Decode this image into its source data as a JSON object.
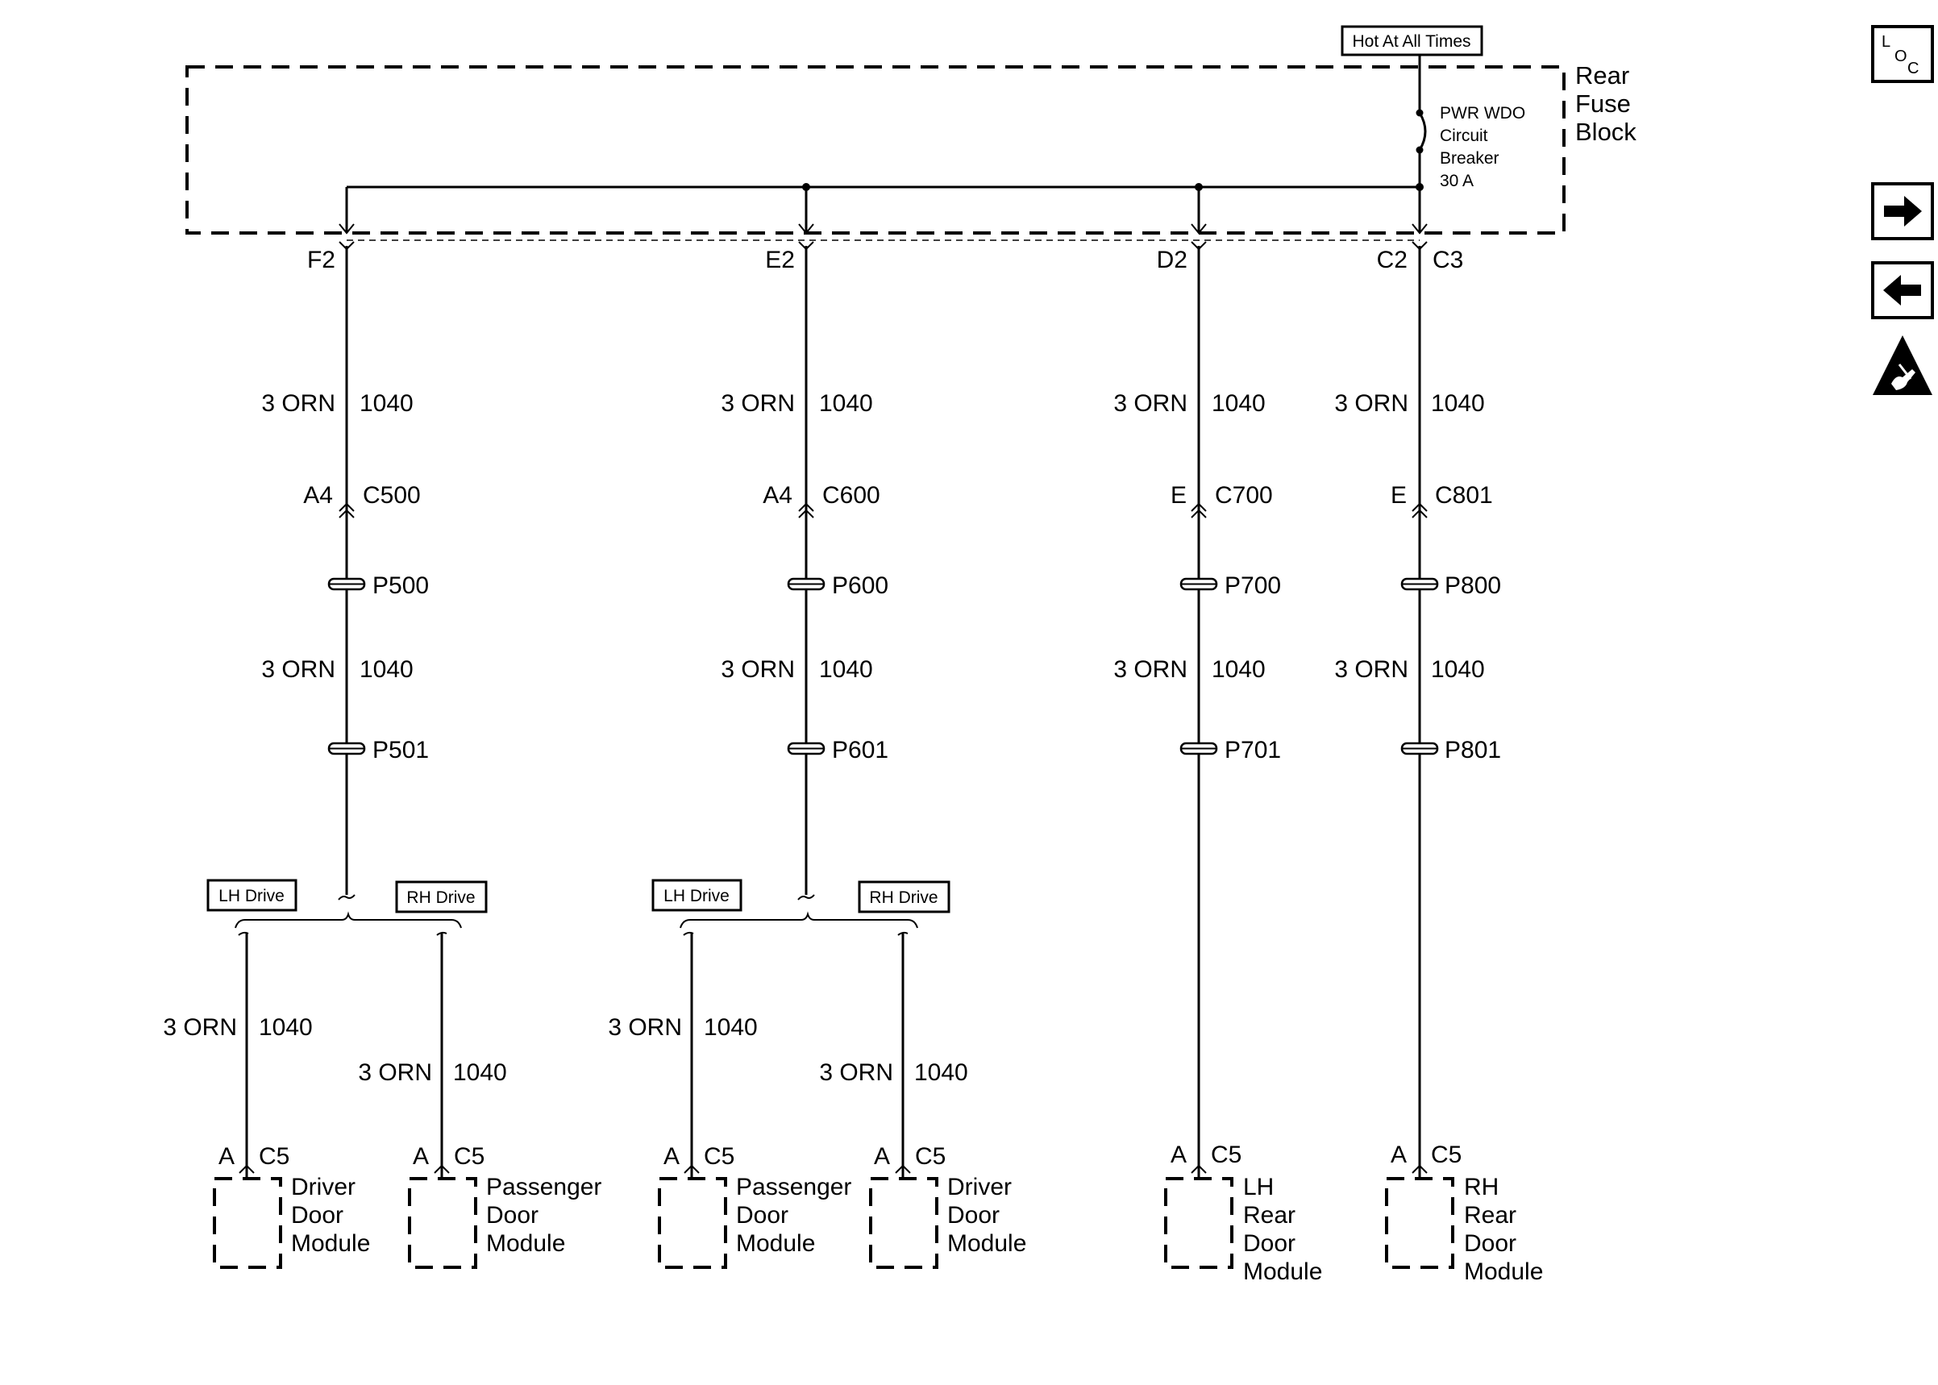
{
  "power_source": {
    "label": "Hot At All Times"
  },
  "fuse_block": {
    "name_lines": [
      "Rear",
      "Fuse",
      "Block"
    ],
    "breaker_lines": [
      "PWR WDO",
      "Circuit",
      "Breaker",
      "30 A"
    ]
  },
  "circuits": [
    {
      "terminal": "F2",
      "wire_top": {
        "size_color": "3 ORN",
        "circuit": "1040"
      },
      "inline_connector": {
        "pin": "A4",
        "id": "C500"
      },
      "splice_1": "P500",
      "wire_mid": {
        "size_color": "3 ORN",
        "circuit": "1040"
      },
      "splice_2": "P501",
      "branches": [
        {
          "option": "LH Drive",
          "wire": {
            "size_color": "3 ORN",
            "circuit": "1040"
          },
          "pin": "A",
          "connector": "C5",
          "module_lines": [
            "Driver",
            "Door",
            "Module"
          ]
        },
        {
          "option": "RH Drive",
          "wire": {
            "size_color": "3 ORN",
            "circuit": "1040"
          },
          "pin": "A",
          "connector": "C5",
          "module_lines": [
            "Passenger",
            "Door",
            "Module"
          ]
        }
      ]
    },
    {
      "terminal": "E2",
      "wire_top": {
        "size_color": "3 ORN",
        "circuit": "1040"
      },
      "inline_connector": {
        "pin": "A4",
        "id": "C600"
      },
      "splice_1": "P600",
      "wire_mid": {
        "size_color": "3 ORN",
        "circuit": "1040"
      },
      "splice_2": "P601",
      "branches": [
        {
          "option": "LH Drive",
          "wire": {
            "size_color": "3 ORN",
            "circuit": "1040"
          },
          "pin": "A",
          "connector": "C5",
          "module_lines": [
            "Passenger",
            "Door",
            "Module"
          ]
        },
        {
          "option": "RH Drive",
          "wire": {
            "size_color": "3 ORN",
            "circuit": "1040"
          },
          "pin": "A",
          "connector": "C5",
          "module_lines": [
            "Driver",
            "Door",
            "Module"
          ]
        }
      ]
    },
    {
      "terminal": "D2",
      "wire_top": {
        "size_color": "3 ORN",
        "circuit": "1040"
      },
      "inline_connector": {
        "pin": "E",
        "id": "C700"
      },
      "splice_1": "P700",
      "wire_mid": {
        "size_color": "3 ORN",
        "circuit": "1040"
      },
      "splice_2": "P701",
      "module": {
        "pin": "A",
        "connector": "C5",
        "module_lines": [
          "LH",
          "Rear",
          "Door",
          "Module"
        ]
      }
    },
    {
      "terminal": "C2",
      "terminal_alt": "C3",
      "wire_top": {
        "size_color": "3 ORN",
        "circuit": "1040"
      },
      "inline_connector": {
        "pin": "E",
        "id": "C801"
      },
      "splice_1": "P800",
      "wire_mid": {
        "size_color": "3 ORN",
        "circuit": "1040"
      },
      "splice_2": "P801",
      "module": {
        "pin": "A",
        "connector": "C5",
        "module_lines": [
          "RH",
          "Rear",
          "Door",
          "Module"
        ]
      }
    }
  ],
  "sidebar": {
    "loc_button": {
      "letters": [
        "L",
        "O",
        "C"
      ],
      "icon": "loc-icon"
    },
    "next_button": {
      "icon": "arrow-right-icon"
    },
    "prev_button": {
      "icon": "arrow-left-icon"
    },
    "esd_icon": {
      "icon": "esd-warning-icon"
    }
  }
}
